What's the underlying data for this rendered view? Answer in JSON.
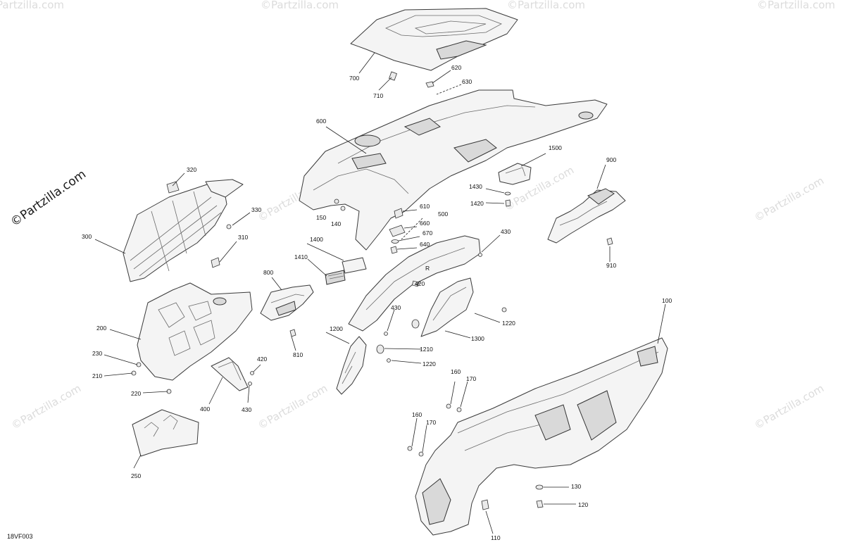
{
  "watermark": "©Partzilla.com",
  "diagram_code": "18VF003",
  "callouts": {
    "c100": "100",
    "c110": "110",
    "c120": "120",
    "c130": "130",
    "c140": "140",
    "c150": "150",
    "c160a": "160",
    "c160b": "160",
    "c170a": "170",
    "c170b": "170",
    "c200": "200",
    "c210": "210",
    "c220": "220",
    "c230": "230",
    "c250": "250",
    "c300": "300",
    "c310": "310",
    "c320": "320",
    "c330": "330",
    "c400": "400",
    "c420a": "420",
    "c420b": "420",
    "c430a": "430",
    "c430b": "430",
    "c430c": "430",
    "c500": "500",
    "c600": "600",
    "c610": "610",
    "c620": "620",
    "c630": "630",
    "c640": "640",
    "c660": "660",
    "c670": "670",
    "c700": "700",
    "c710": "710",
    "c800": "800",
    "c810": "810",
    "c900": "900",
    "c910": "910",
    "c1200": "1200",
    "c1210": "1210",
    "c1220a": "1220",
    "c1220b": "1220",
    "c1300": "1300",
    "c1400": "1400",
    "c1410": "1410",
    "c1420": "1420",
    "c1430": "1430",
    "c1500": "1500"
  }
}
